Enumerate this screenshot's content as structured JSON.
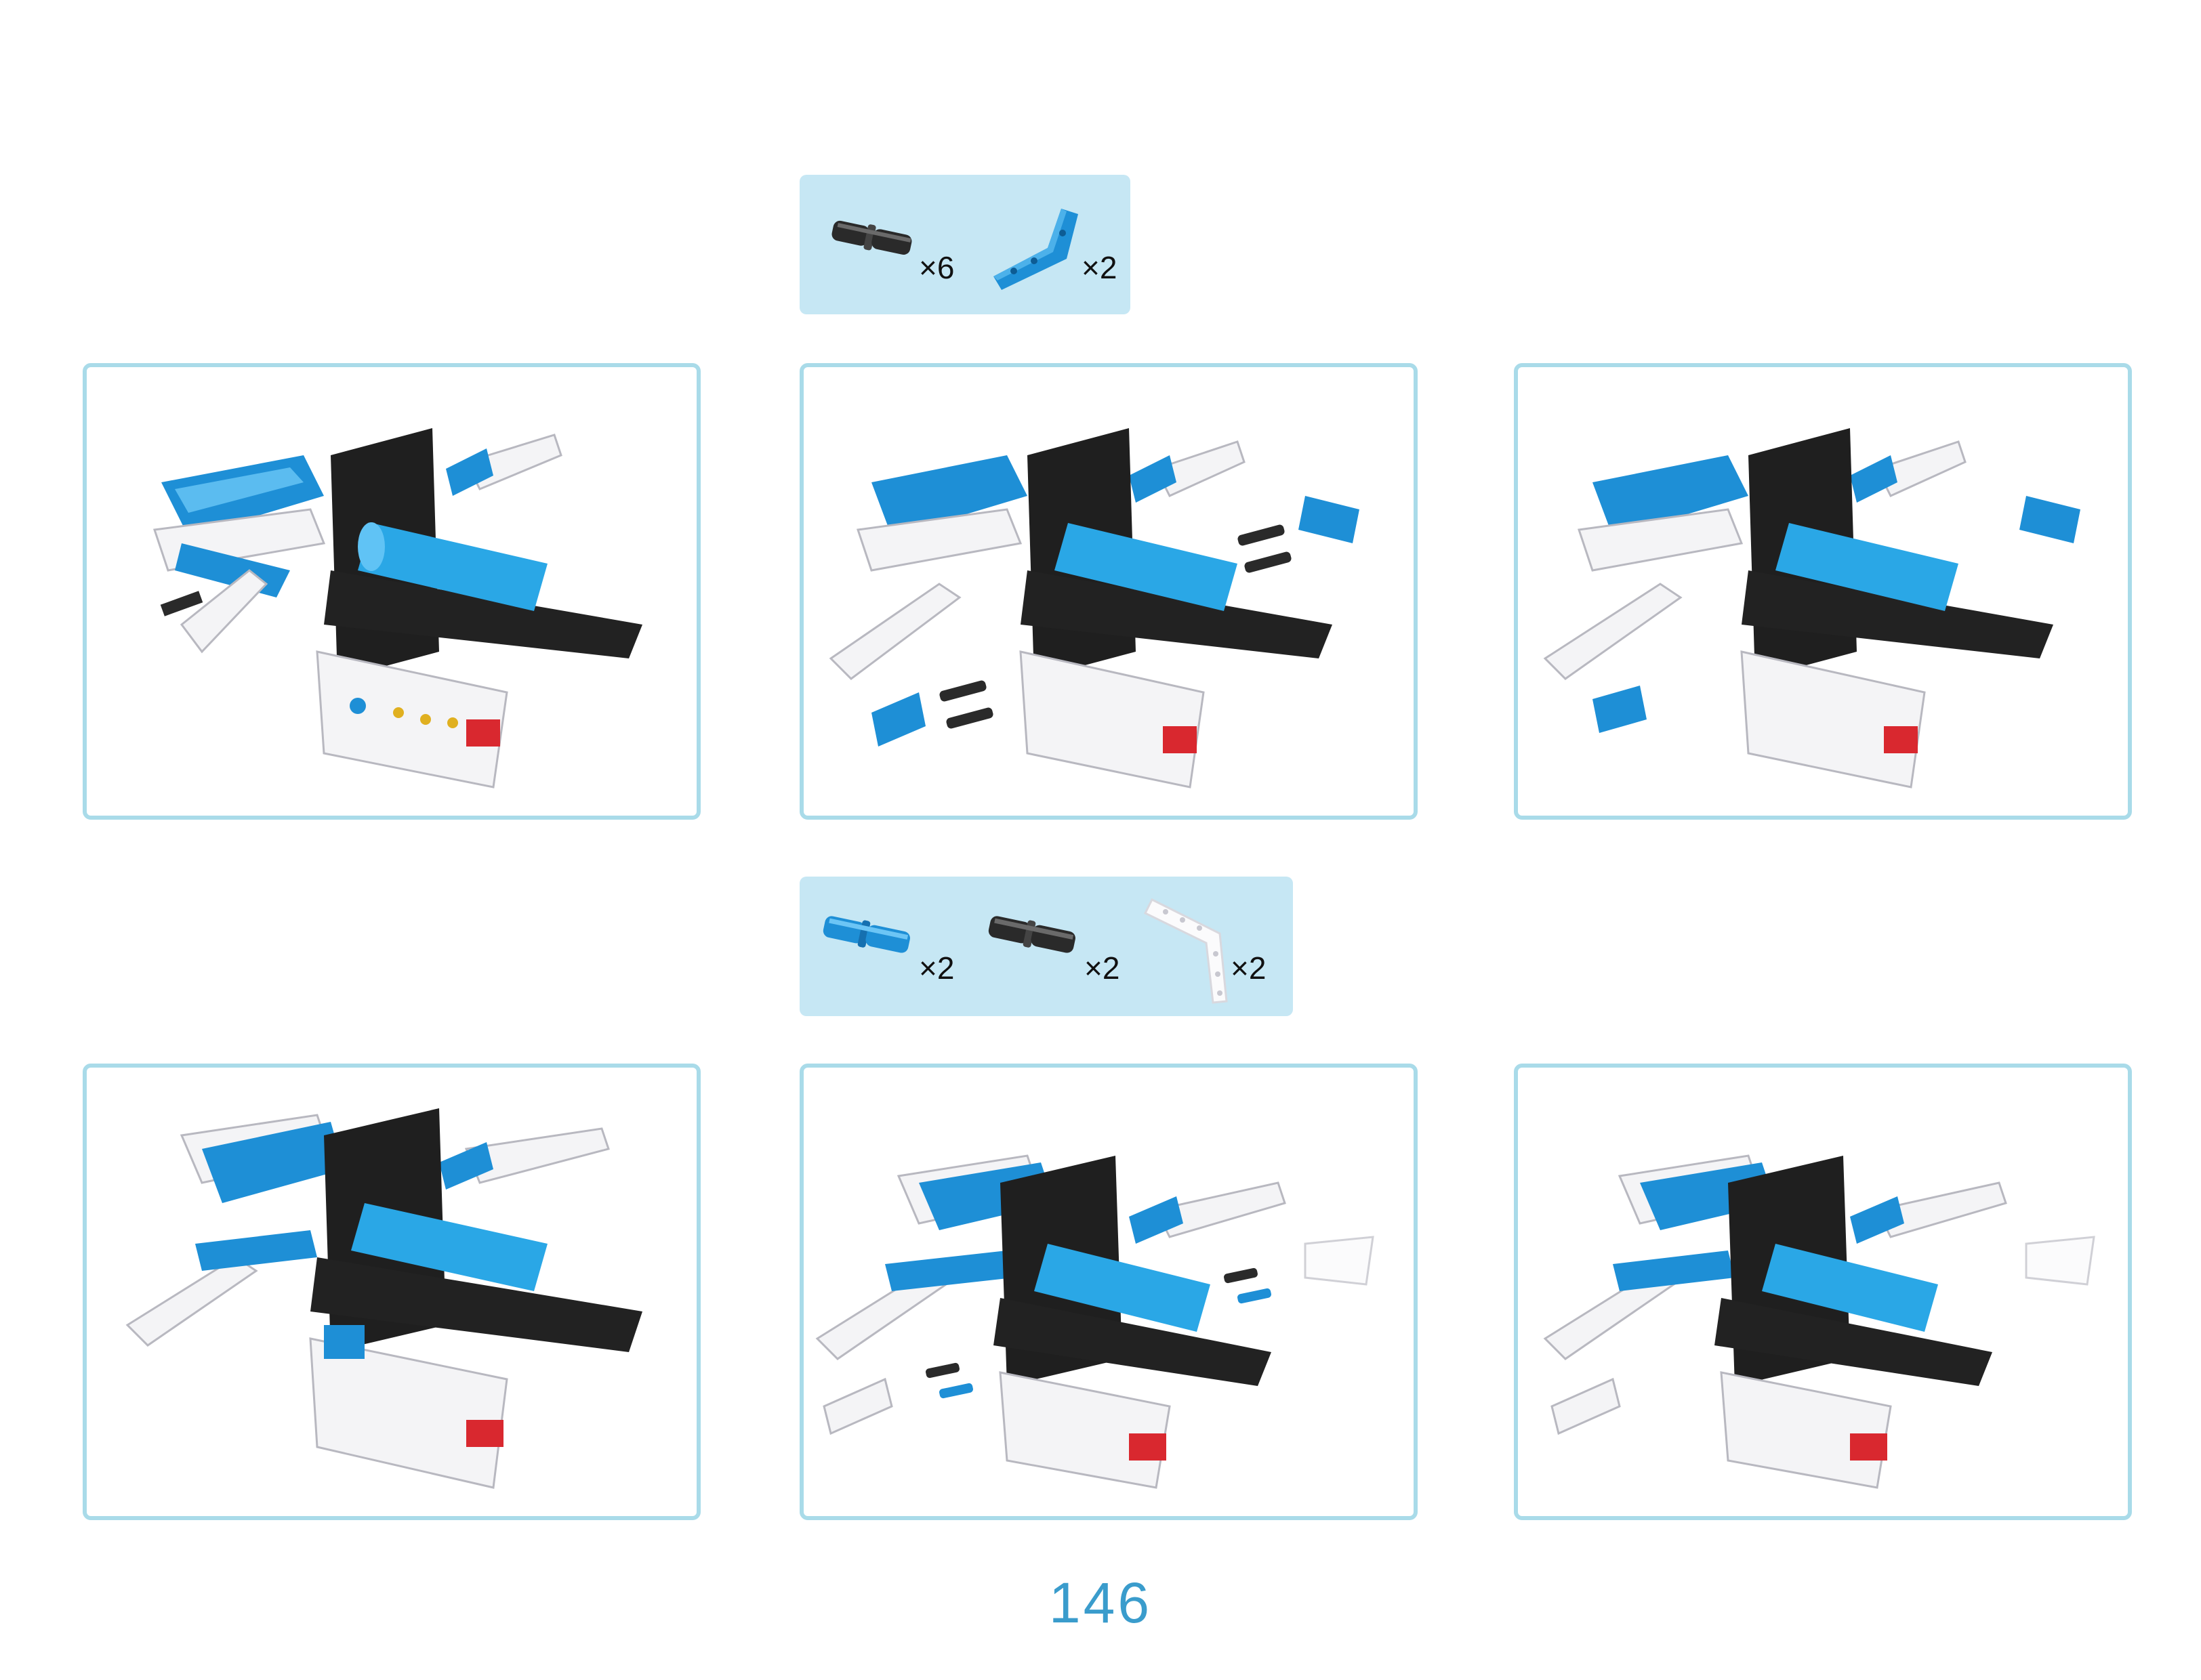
{
  "parts_step_a": {
    "items": [
      {
        "icon": "black-axle-pin-icon",
        "qty": "×6"
      },
      {
        "icon": "blue-angled-beam-icon",
        "qty": "×2"
      }
    ]
  },
  "parts_step_b": {
    "items": [
      {
        "icon": "blue-axle-pin-icon",
        "qty": "×2"
      },
      {
        "icon": "black-axle-pin-icon",
        "qty": "×2"
      },
      {
        "icon": "white-angled-beam-icon",
        "qty": "×2"
      }
    ]
  },
  "panels": [
    {
      "label": "assembly-step-1"
    },
    {
      "label": "assembly-step-2"
    },
    {
      "label": "assembly-step-3"
    },
    {
      "label": "assembly-step-4"
    },
    {
      "label": "assembly-step-5"
    },
    {
      "label": "assembly-step-6"
    }
  ],
  "colors": {
    "panel_border": "#a9dbe9",
    "parts_box_bg": "#c6e7f4",
    "page_number": "#3a9ccc",
    "part_blue": "#1e8fd6",
    "part_black": "#2a2a2a",
    "part_white": "#f4f4f6",
    "part_red": "#d9282f"
  },
  "page_number": "146"
}
